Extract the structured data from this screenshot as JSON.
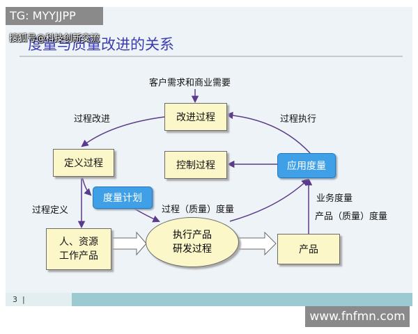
{
  "watermarks": {
    "tg": "TG: MYYJJPP",
    "sohu": "搜狐号@科技创新交流",
    "site": "www.fnfmn.com"
  },
  "slide": {
    "title": "度量与质量改进的关系",
    "page_number": "3"
  },
  "diagram": {
    "nodes": {
      "improve": "改进过程",
      "define": "定义过程",
      "control": "控制过程",
      "apply": "应用度量",
      "plan": "度量计划",
      "resources": "人、资源\n工作产品",
      "execute": "执行产品\n研发过程",
      "product": "产品"
    },
    "labels": {
      "customer_needs": "客户需求和商业需要",
      "process_improve": "过程改进",
      "process_execute": "过程执行",
      "process_define": "过程定义",
      "process_quality_measure": "过程（质量）度量",
      "business_measure": "业务度量",
      "product_quality_measure": "产品（质量）度量"
    }
  },
  "colors": {
    "box_fill": "#fbf7c8",
    "blue_box": "#3fa0e8",
    "arrow": "#5a3a8a",
    "title": "#3b3bb2"
  }
}
